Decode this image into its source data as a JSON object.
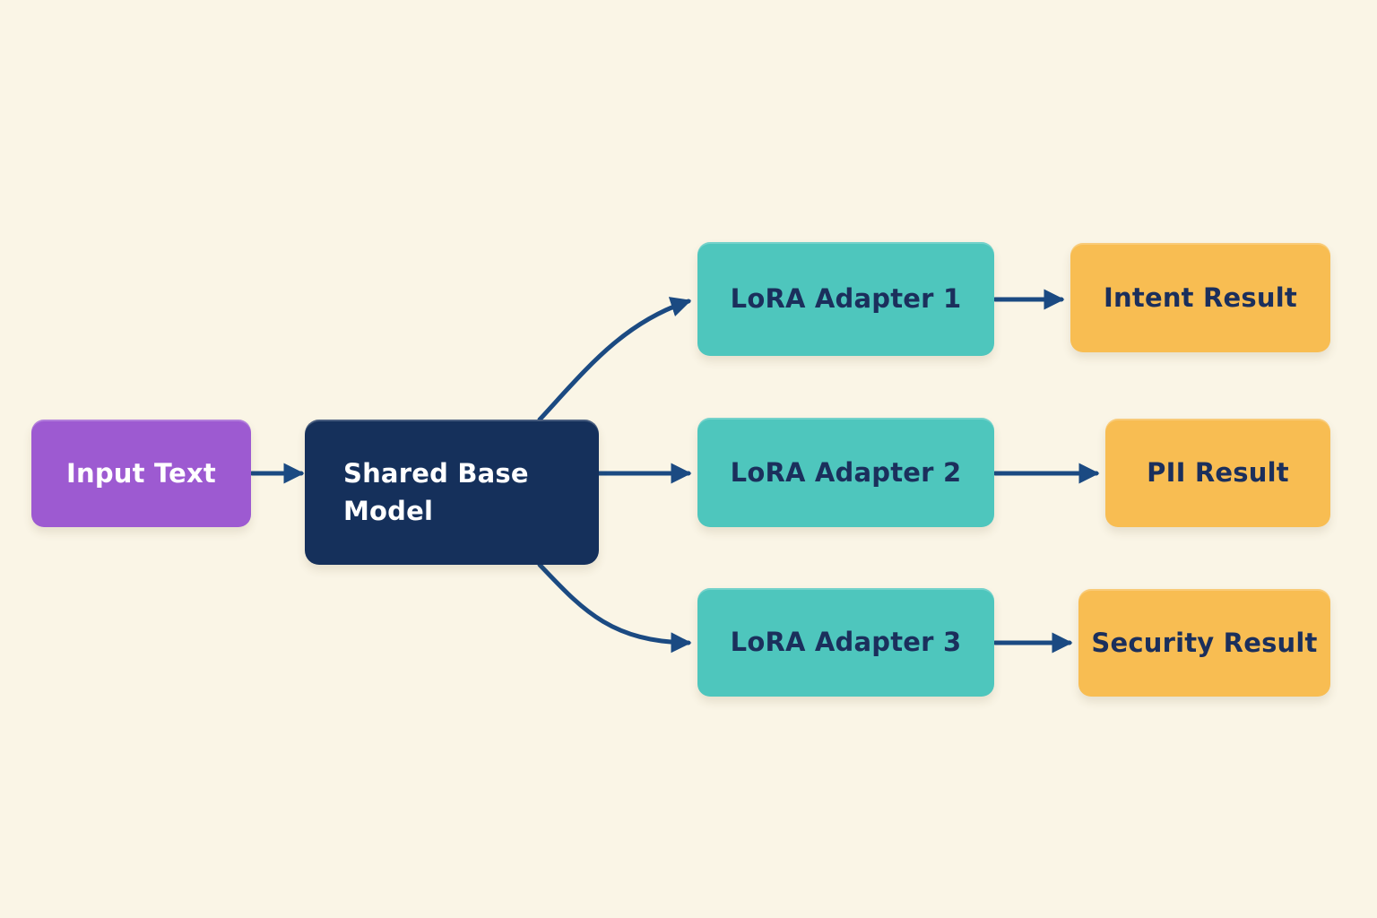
{
  "canvas": {
    "background_color": "#faf5e6",
    "arrow_color": "#1b4a82"
  },
  "nodes": {
    "input_text": {
      "label": "Input Text",
      "fill": "#9d5ad1",
      "text_color": "#ffffff"
    },
    "shared_base_model": {
      "label": "Shared Base Model",
      "fill": "#15305b",
      "text_color": "#ffffff"
    },
    "lora_adapter_1": {
      "label": "LoRA Adapter 1",
      "fill": "#4ec6bd",
      "text_color": "#1b2f5c"
    },
    "lora_adapter_2": {
      "label": "LoRA Adapter 2",
      "fill": "#4ec6bd",
      "text_color": "#1b2f5c"
    },
    "lora_adapter_3": {
      "label": "LoRA Adapter 3",
      "fill": "#4ec6bd",
      "text_color": "#1b2f5c"
    },
    "intent_result": {
      "label": "Intent Result",
      "fill": "#f8bd52",
      "text_color": "#1b2f5c"
    },
    "pii_result": {
      "label": "PII Result",
      "fill": "#f8bd52",
      "text_color": "#1b2f5c"
    },
    "security_result": {
      "label": "Security Result",
      "fill": "#f8bd52",
      "text_color": "#1b2f5c"
    }
  },
  "edges": [
    {
      "from": "input_text",
      "to": "shared_base_model"
    },
    {
      "from": "shared_base_model",
      "to": "lora_adapter_1"
    },
    {
      "from": "shared_base_model",
      "to": "lora_adapter_2"
    },
    {
      "from": "shared_base_model",
      "to": "lora_adapter_3"
    },
    {
      "from": "lora_adapter_1",
      "to": "intent_result"
    },
    {
      "from": "lora_adapter_2",
      "to": "pii_result"
    },
    {
      "from": "lora_adapter_3",
      "to": "security_result"
    }
  ]
}
